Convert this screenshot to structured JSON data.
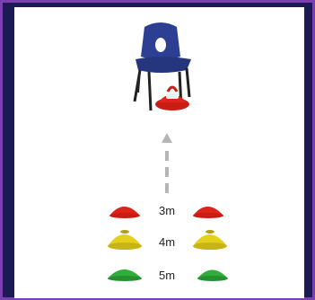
{
  "colors": {
    "background": "#1b1a54",
    "border": "#7b3fb0",
    "panel": "#ffffff",
    "chair_seat": "#2c3f93",
    "cone_red": "#e0231a",
    "cone_yellow": "#e4cf1d",
    "cone_green": "#2fae3a",
    "arrow": "#b5b5b5"
  },
  "icons": [
    "chair-icon",
    "target-cone-icon",
    "up-arrow-icon",
    "red-cone-icon",
    "yellow-cone-icon",
    "green-cone-icon"
  ],
  "distances": [
    {
      "label": "3m",
      "color": "red"
    },
    {
      "label": "4m",
      "color": "yellow"
    },
    {
      "label": "5m",
      "color": "green"
    }
  ]
}
